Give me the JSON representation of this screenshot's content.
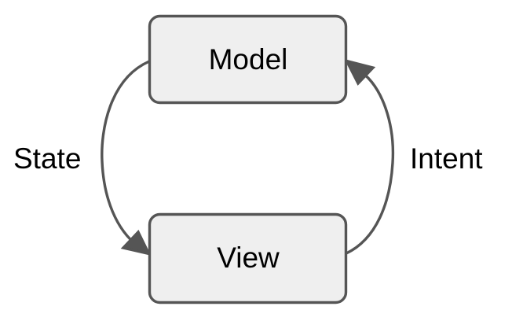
{
  "diagram": {
    "type": "cycle-flow-diagram",
    "background_color": "#ffffff",
    "node_fill_color": "#efefef",
    "node_stroke_color": "#555555",
    "text_color": "#000000",
    "nodes": [
      {
        "id": "model",
        "label": "Model"
      },
      {
        "id": "view",
        "label": "View"
      }
    ],
    "edges": [
      {
        "id": "state",
        "label": "State",
        "from": "model",
        "to": "view",
        "side": "left"
      },
      {
        "id": "intent",
        "label": "Intent",
        "from": "view",
        "to": "model",
        "side": "right"
      }
    ]
  }
}
